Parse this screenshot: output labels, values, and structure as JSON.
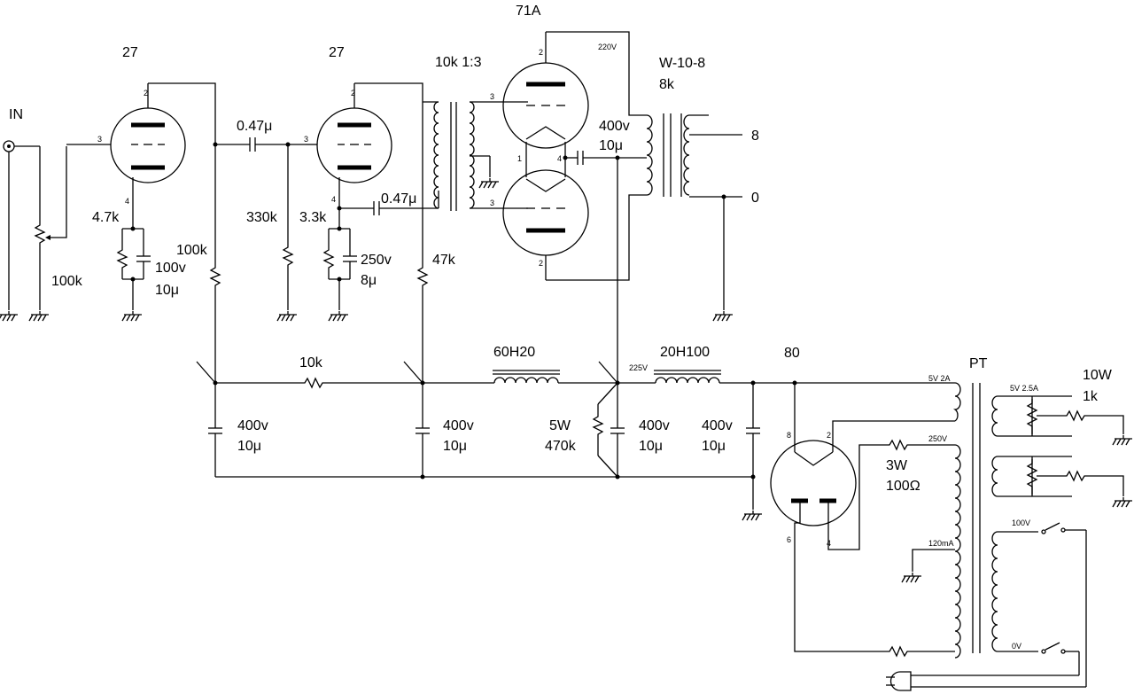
{
  "tubes": {
    "v1": "27",
    "v2": "27",
    "v3": "71A",
    "v4": "80"
  },
  "labels": {
    "input": "IN",
    "pot": "100k",
    "rk1": "4.7k",
    "ck1_v": "100v",
    "ck1_c": "10μ",
    "rl1": "100k",
    "cc1": "0.47μ",
    "rg2": "330k",
    "rk2": "3.3k",
    "ck2_v": "250v",
    "ck2_c": "8μ",
    "cfb": "0.47μ",
    "rl2": "47k",
    "it": "10k 1:3",
    "ot_name": "W-10-8",
    "ot_imp": "8k",
    "cb_v": "400v",
    "cb_c": "10μ",
    "out8": "8",
    "out0": "0",
    "v220": "220V",
    "r10k": "10k",
    "ch1": "60H20",
    "ch2": "20H100",
    "v225": "225V",
    "rbl_w": "5W",
    "rbl_r": "470k",
    "c1_v": "400v",
    "c1_c": "10μ",
    "c2_v": "400v",
    "c2_c": "10μ",
    "c3_v": "400v",
    "c3_c": "10μ",
    "c4_v": "400v",
    "c4_c": "10μ",
    "pt": "PT",
    "hum_w": "10W",
    "hum_r": "1k",
    "s5v2a": "5V 2A",
    "s5v25a": "5V 2.5A",
    "s250v": "250V",
    "rs_w": "3W",
    "rs_r": "100Ω",
    "s120ma": "120mA",
    "p100v": "100V",
    "p0v": "0V"
  },
  "pins": {
    "p2": "2",
    "p3": "3",
    "p4": "4",
    "p1": "1",
    "p8": "8",
    "p6": "6"
  }
}
